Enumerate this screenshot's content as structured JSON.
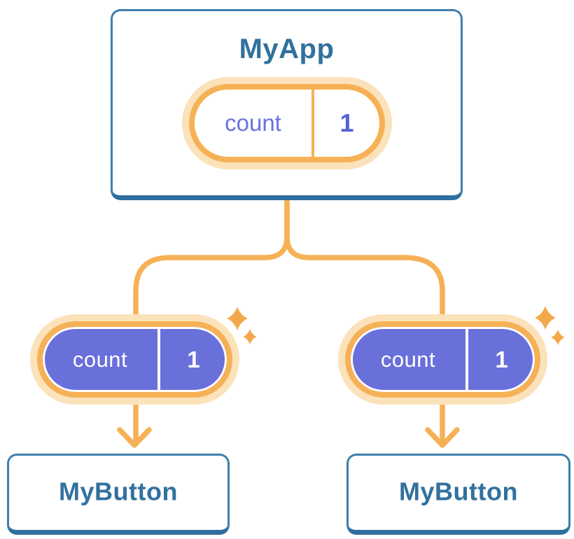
{
  "diagram": {
    "root": {
      "title": "MyApp",
      "state": {
        "name": "count",
        "value": "1"
      }
    },
    "children": [
      {
        "title": "MyButton",
        "prop": {
          "name": "count",
          "value": "1"
        }
      },
      {
        "title": "MyButton",
        "prop": {
          "name": "count",
          "value": "1"
        }
      }
    ]
  },
  "colors": {
    "accent_orange": "#F6B156",
    "halo": "#FBE2BA",
    "sparkle": "#F2A94C",
    "purple_fill": "#6970DA",
    "purple_text": "#6A73E0",
    "value_text": "#5560DA",
    "card_border": "#3D7FAD",
    "card_edge": "#2F6F9F",
    "title_text": "#31719E"
  }
}
